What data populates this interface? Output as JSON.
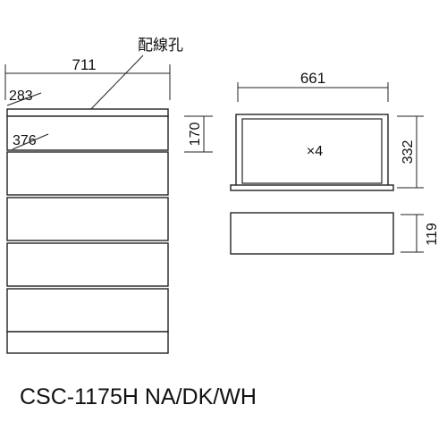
{
  "annotations": {
    "wire_hole_label": "配線孔",
    "cabinet_width": "711",
    "top_depth": "283",
    "body_depth": "376",
    "drawer_front_height": "170",
    "drawer_width": "661",
    "drawer_count": "×4",
    "drawer_depth": "332",
    "drawer_height": "119"
  },
  "model": {
    "code": "CSC-1175H NA/DK/WH"
  },
  "colors": {
    "line": "#222222",
    "background": "#ffffff"
  }
}
